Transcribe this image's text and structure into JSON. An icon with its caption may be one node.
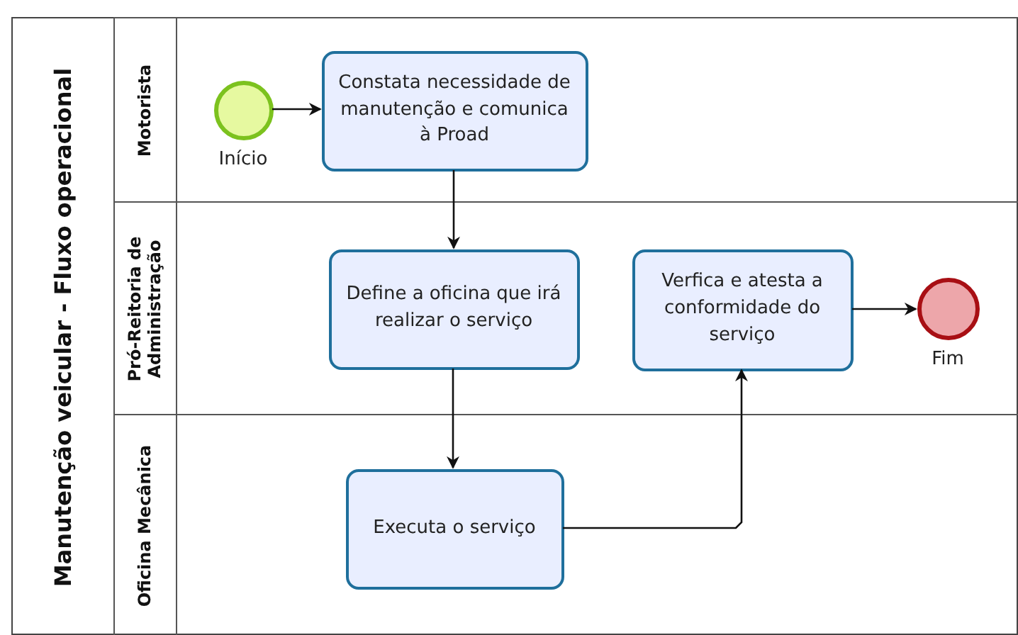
{
  "diagram": {
    "nodes": [
      {
        "text": [
          "Manutenção veicular - Fluxo operacional"
        ]
      },
      {
        "text": [
          "Motorista"
        ],
        "in": 0
      },
      {
        "text": [],
        "shape": "circle",
        "beside": [
          "Início"
        ],
        "in": 1
      },
      {
        "text": [
          "Constata necessidade de manutenção e comunica à Proad"
        ],
        "in": 1
      },
      {
        "text": [
          "Pró-Reitoria de Administração"
        ],
        "in": 0
      },
      {
        "text": [
          "Define a oficina que irá realizar o serviço"
        ],
        "in": 4
      },
      {
        "text": [
          "Verfica e atesta a conformidade do serviço"
        ],
        "in": 4
      },
      {
        "text": [],
        "shape": "circle",
        "beside": [
          "Fim"
        ],
        "in": 4
      },
      {
        "text": [
          "Oficina Mecânica"
        ],
        "in": 0
      },
      {
        "text": [
          "Executa o serviço"
        ],
        "in": 8
      }
    ],
    "edges": [
      {
        "from": 2,
        "to": 3,
        "arrow": "to"
      },
      {
        "from": 3,
        "to": 5,
        "arrow": "to"
      },
      {
        "from": 5,
        "to": 9,
        "arrow": "to"
      },
      {
        "from": 9,
        "to": 6,
        "arrow": "to"
      },
      {
        "from": 6,
        "to": 7,
        "arrow": "to"
      }
    ]
  }
}
